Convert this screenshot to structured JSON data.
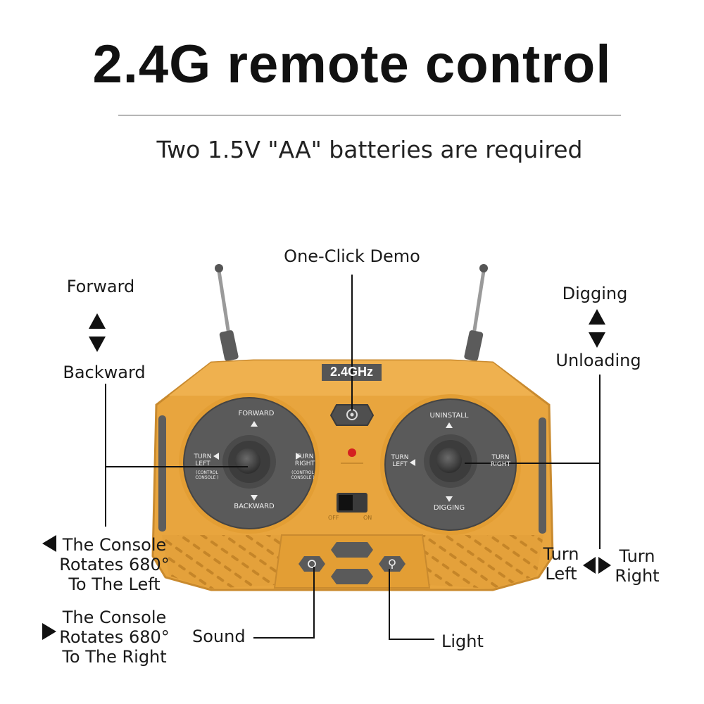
{
  "header": {
    "title": "2.4G remote control",
    "subtitle": "Two 1.5V \"AA\" batteries are required"
  },
  "remote": {
    "badge": "2.4GHz",
    "left_stick": {
      "forward": "FORWARD",
      "backward": "BACKWARD",
      "turn_left": [
        "TURN",
        "LEFT"
      ],
      "turn_right": [
        "TURN",
        "RIGHT"
      ],
      "left_sub": [
        "(CONTROL",
        "CONSOLE )"
      ],
      "right_sub": [
        "(CONTROL",
        "CONSOLE )"
      ]
    },
    "right_stick": {
      "top": "UNINSTALL",
      "bottom": "DIGGING",
      "turn_left": [
        "TURN",
        "LEFT"
      ],
      "turn_right": [
        "TURN",
        "RIGHT"
      ]
    },
    "switch": {
      "off": "OFF",
      "on": "ON"
    }
  },
  "callouts": {
    "demo": "One-Click Demo",
    "forward": "Forward",
    "backward": "Backward",
    "digging": "Digging",
    "unloading": "Unloading",
    "rotate_left": [
      "The Console",
      "Rotates 680°",
      "To The Left"
    ],
    "rotate_right": [
      "The Console",
      "Rotates 680°",
      "To The Right"
    ],
    "turn_left": [
      "Turn",
      "Left"
    ],
    "turn_right": [
      "Turn",
      "Right"
    ],
    "sound": "Sound",
    "light": "Light"
  },
  "colors": {
    "body": "#E8A53E",
    "body_dark": "#C98A2E",
    "stick_plate": "#5A5A5A",
    "indicator": "#D42020"
  }
}
